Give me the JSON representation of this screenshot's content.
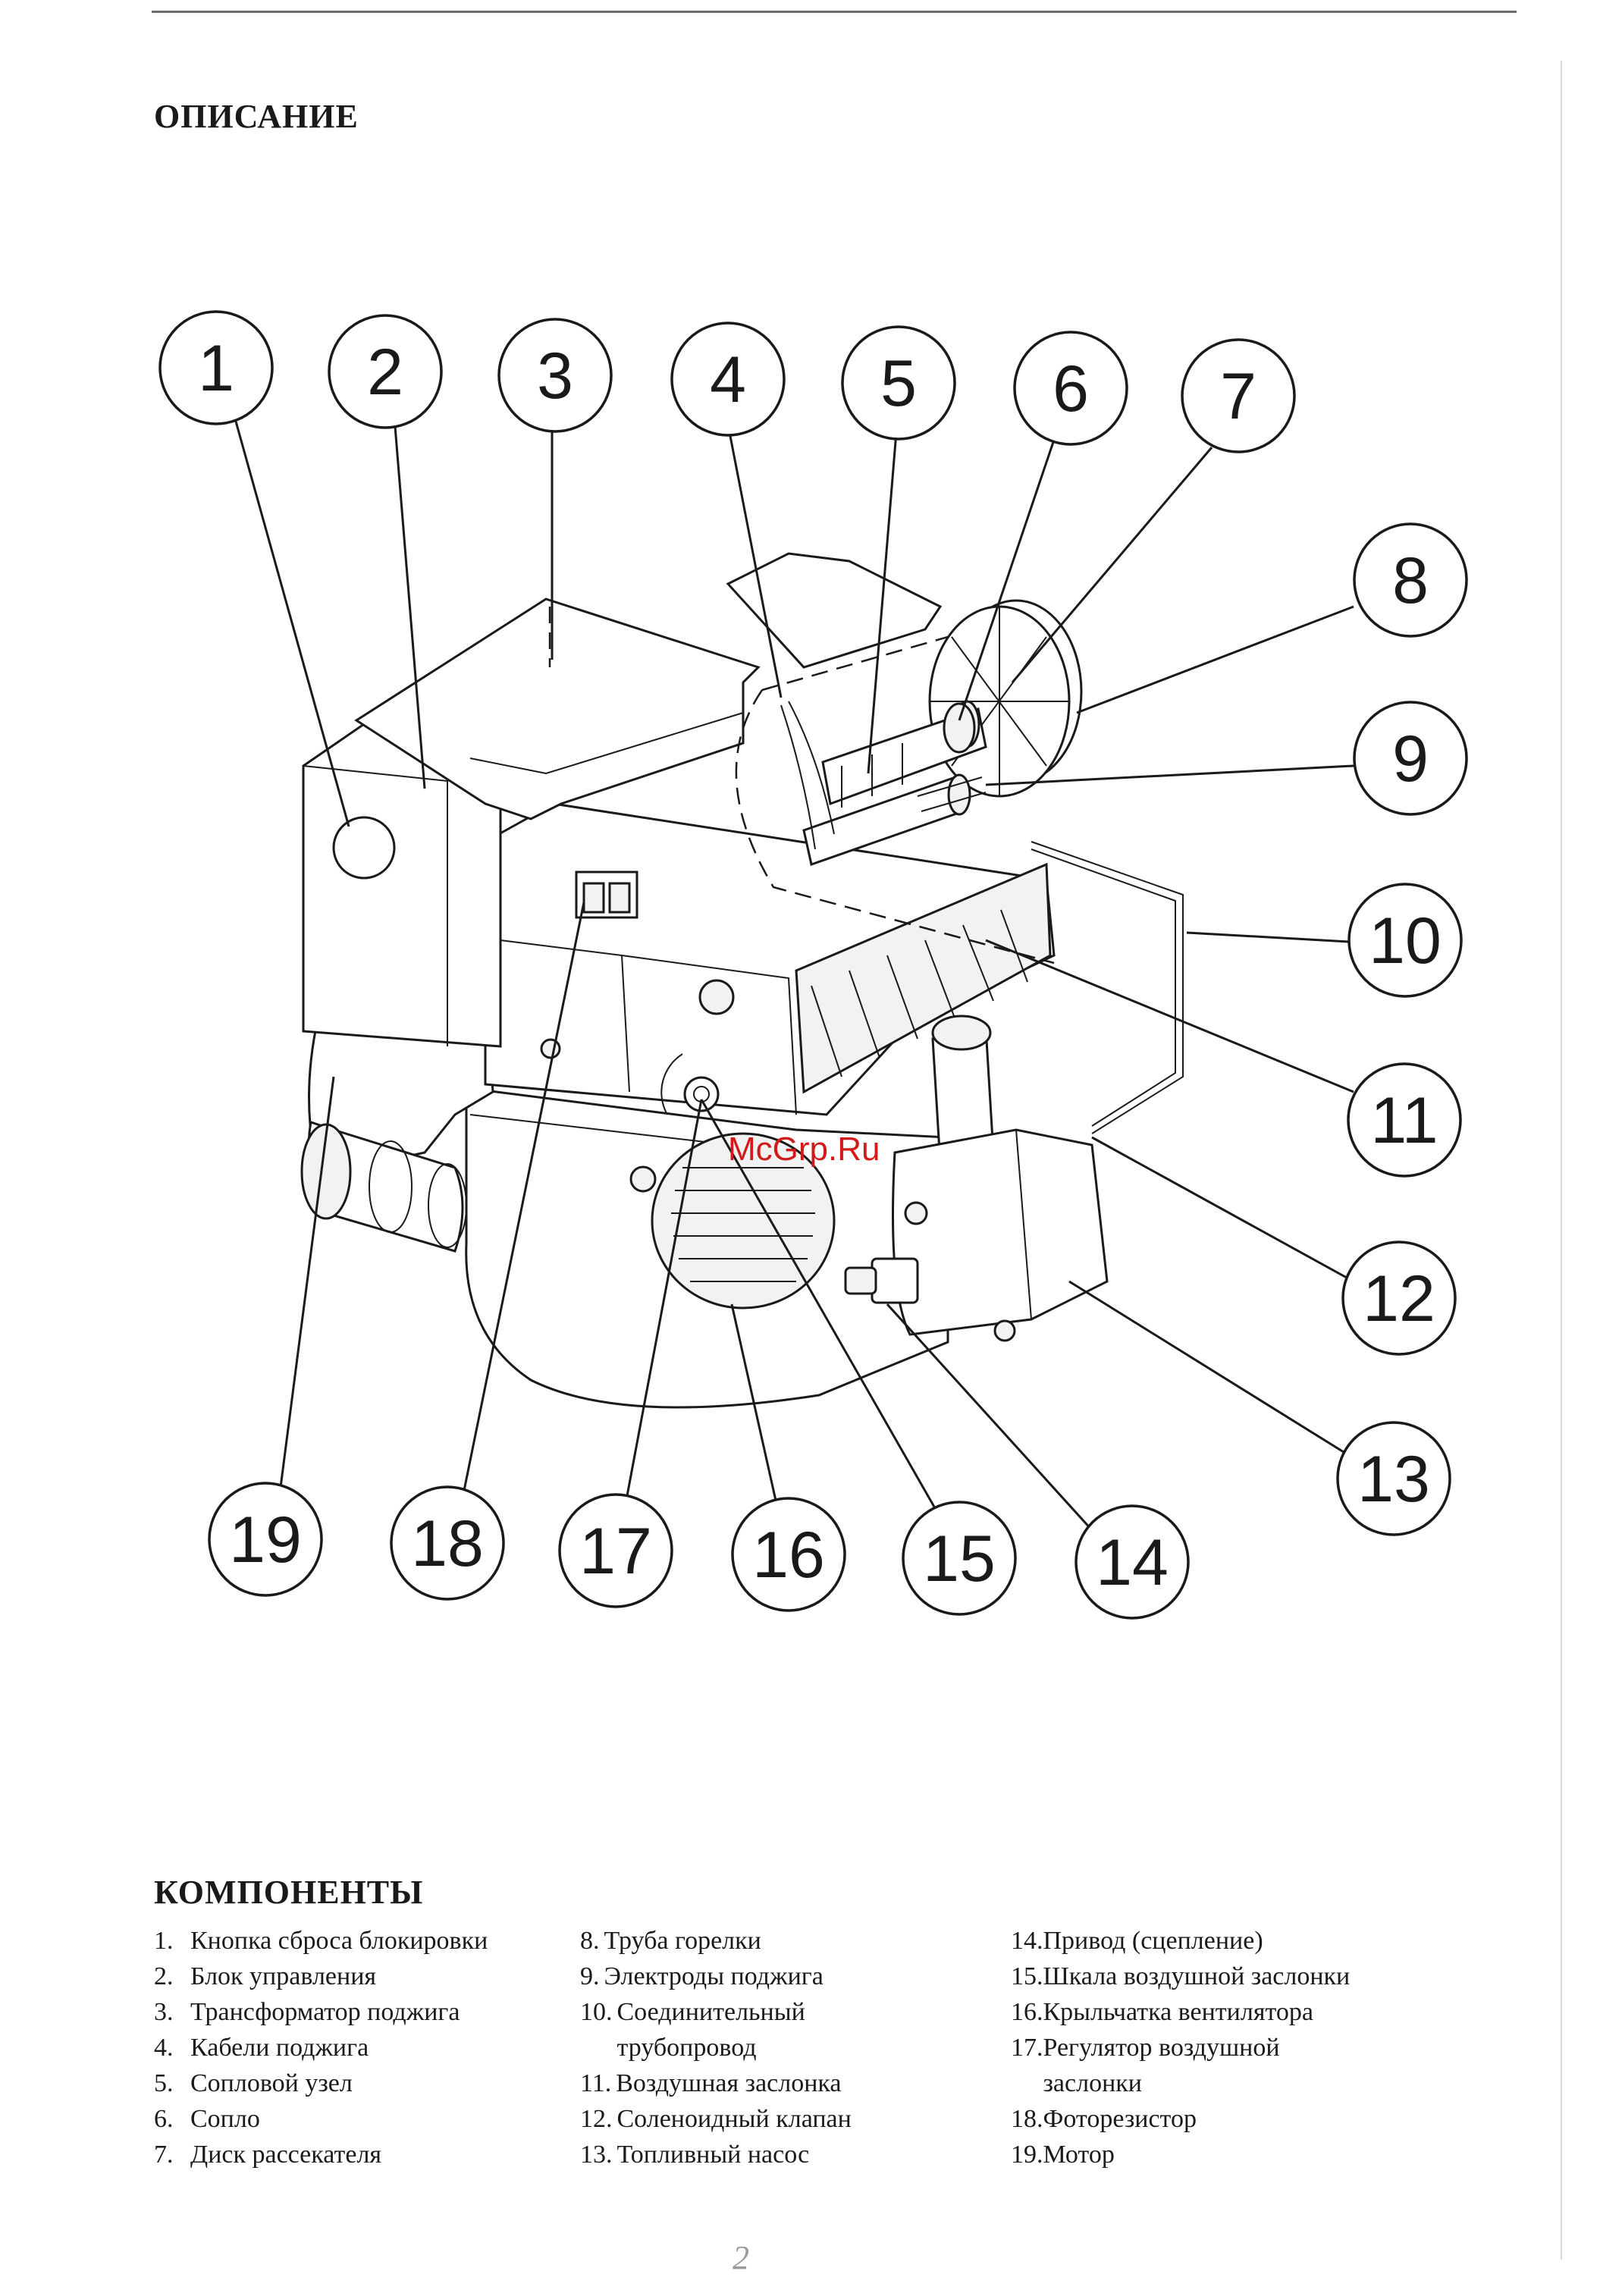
{
  "page": {
    "title": "ОПИСАНИЕ",
    "components_title": "КОМПОНЕНТЫ",
    "page_number": "2"
  },
  "diagram": {
    "watermark": "McGrp.Ru",
    "callouts": [
      "1",
      "2",
      "3",
      "4",
      "5",
      "6",
      "7",
      "8",
      "9",
      "10",
      "11",
      "12",
      "13",
      "14",
      "15",
      "16",
      "17",
      "18",
      "19"
    ]
  },
  "components": {
    "col1": [
      {
        "num": "1.",
        "text": "Кнопка сброса блокировки"
      },
      {
        "num": "2.",
        "text": "Блок управления"
      },
      {
        "num": "3.",
        "text": "Трансформатор поджига"
      },
      {
        "num": "4.",
        "text": "Кабели поджига"
      },
      {
        "num": "5.",
        "text": "Сопловой узел"
      },
      {
        "num": "6.",
        "text": "Сопло"
      },
      {
        "num": "7.",
        "text": "Диск рассекателя"
      }
    ],
    "col2": [
      {
        "num": "8.",
        "text": "Труба горелки"
      },
      {
        "num": "9.",
        "text": "Электроды поджига"
      },
      {
        "num": "10.",
        "text": "Соединительный\nтрубопровод"
      },
      {
        "num": "11.",
        "text": "Воздушная заслонка"
      },
      {
        "num": "12.",
        "text": "Соленоидный клапан"
      },
      {
        "num": "13.",
        "text": "Топливный насос"
      }
    ],
    "col3": [
      {
        "num": "14.",
        "text": "Привод (сцепление)"
      },
      {
        "num": "15.",
        "text": "Шкала воздушной заслонки"
      },
      {
        "num": "16.",
        "text": "Крыльчатка вентилятора"
      },
      {
        "num": "17.",
        "text": "Регулятор воздушной\n  заслонки"
      },
      {
        "num": "18.",
        "text": "Фоторезистор"
      },
      {
        "num": "19.",
        "text": "Мотор"
      }
    ]
  }
}
